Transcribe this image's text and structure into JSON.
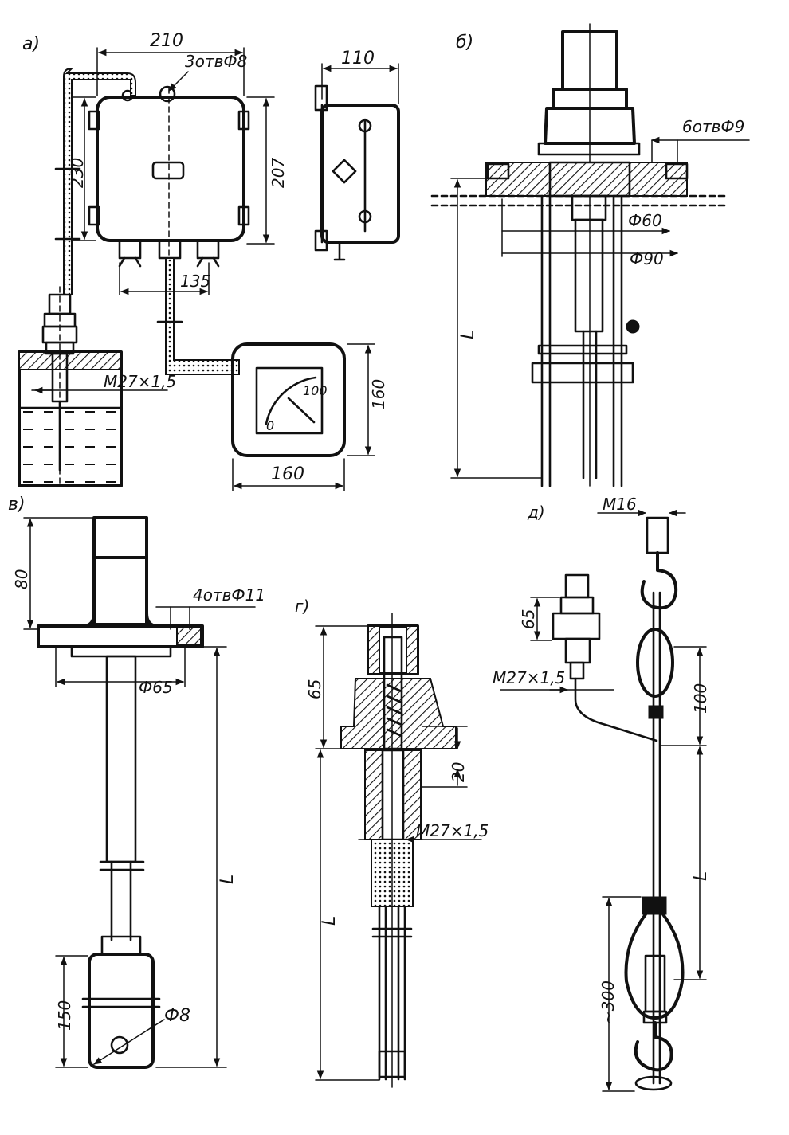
{
  "panels": {
    "a": {
      "label": "а)",
      "dims": {
        "width_top": "210",
        "holes": "3отвФ8",
        "height_left": "230",
        "height_right": "207",
        "side_width": "110",
        "bottom_spacing": "135",
        "thread": "M27×1,5",
        "gauge_height": "160",
        "gauge_width": "160"
      },
      "gauge_scale": {
        "min": "0",
        "max": "100"
      }
    },
    "b": {
      "label": "б)",
      "dims": {
        "holes": "6отвФ9",
        "d_inner": "Ф60",
        "d_outer": "Ф90",
        "length": "L"
      }
    },
    "v": {
      "label": "в)",
      "dims": {
        "top_height": "80",
        "holes": "4отвФ11",
        "flange_d": "Ф65",
        "length": "L",
        "float_height": "150",
        "float_d": "Ф8"
      }
    },
    "g": {
      "label": "г)",
      "dims": {
        "head_height": "65",
        "step": "20",
        "thread": "M27×1,5",
        "length": "L"
      }
    },
    "d": {
      "label": "д)",
      "dims": {
        "hook_thread": "M16",
        "head_height": "65",
        "thread": "M27×1,5",
        "loop_height": "100",
        "length": "L",
        "weight_length": "~300"
      }
    }
  }
}
